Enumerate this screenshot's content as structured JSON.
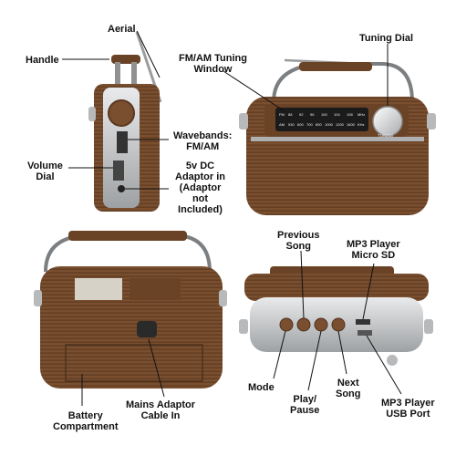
{
  "callouts": {
    "aerial": [
      "Aerial"
    ],
    "handle": [
      "Handle"
    ],
    "fm_am_window": [
      "FM/AM Tuning",
      "Window"
    ],
    "tuning_dial": [
      "Tuning Dial"
    ],
    "wavebands": [
      "Wavebands:",
      "FM/AM"
    ],
    "volume_dial": [
      "Volume",
      "Dial"
    ],
    "dc_adaptor": [
      "5v DC",
      "Adaptor in",
      "(Adaptor",
      "not",
      "Included)"
    ],
    "previous_song": [
      "Previous",
      "Song"
    ],
    "mp3_micro_sd": [
      "MP3 Player",
      "Micro SD"
    ],
    "mode": [
      "Mode"
    ],
    "play_pause": [
      "Play/",
      "Pause"
    ],
    "next_song": [
      "Next",
      "Song"
    ],
    "mp3_usb": [
      "MP3 Player",
      "USB Port"
    ],
    "battery": [
      "Battery",
      "Compartment"
    ],
    "mains_cable": [
      "Mains Adaptor",
      "Cable In"
    ]
  },
  "device_markings": {
    "tuning_label": "TUNING",
    "fm_scale": [
      "88",
      "92",
      "96",
      "100",
      "104",
      "108",
      "MHz"
    ],
    "am_scale": [
      "530",
      "600",
      "700",
      "800",
      "1000",
      "1200",
      "1600",
      "KHz"
    ],
    "band_labels": [
      "FM",
      "AM"
    ]
  },
  "colors": {
    "wood": "#7a4f2f",
    "wood_dark": "#5a3820",
    "metal": "#c9cbcc",
    "line": "#111111"
  }
}
